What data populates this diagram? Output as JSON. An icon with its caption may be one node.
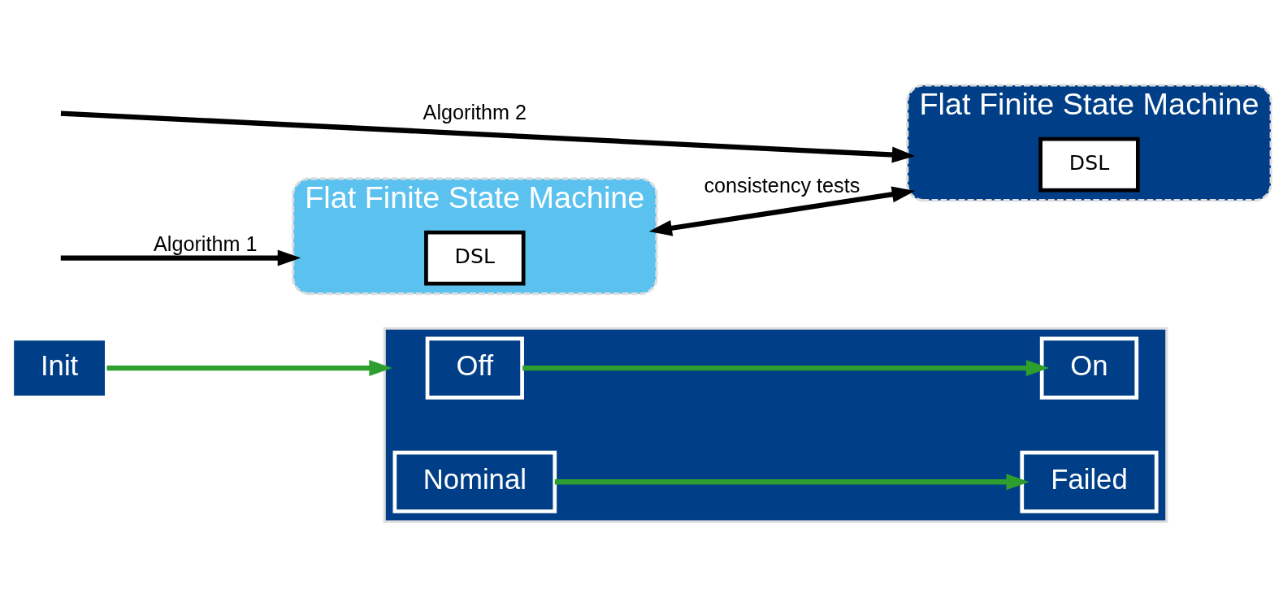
{
  "diagram": {
    "nodes": [
      {
        "text": [
          "Init"
        ]
      },
      {
        "text": [],
        "shape": "box"
      },
      {
        "text": [
          "Off"
        ],
        "in": 1
      },
      {
        "text": [
          "On"
        ],
        "in": 1
      },
      {
        "text": [
          "Nominal"
        ],
        "in": 1
      },
      {
        "text": [
          "Failed"
        ],
        "in": 1
      },
      {
        "text": [
          "Flat Finite State Machine"
        ]
      },
      {
        "text": [
          "DSL"
        ],
        "in": 6
      },
      {
        "text": [
          "Flat Finite State Machine"
        ]
      },
      {
        "text": [
          "DSL"
        ],
        "in": 8
      }
    ],
    "edges": [
      {
        "from": 0,
        "to": 1,
        "arrow": "to",
        "color": "#2e9e2e"
      },
      {
        "from": 2,
        "to": 3,
        "arrow": "to",
        "color": "#2e9e2e"
      },
      {
        "from": 4,
        "to": 5,
        "arrow": "to",
        "color": "#2e9e2e"
      },
      {
        "from": null,
        "to": 6,
        "arrow": "to",
        "label": "Algorithm 1",
        "color": "#000000"
      },
      {
        "from": null,
        "to": 8,
        "arrow": "to",
        "label": "Algorithm 2",
        "color": "#000000"
      },
      {
        "from": 6,
        "to": 8,
        "arrow": "both",
        "label": "consistency tests",
        "color": "#000000"
      }
    ]
  }
}
